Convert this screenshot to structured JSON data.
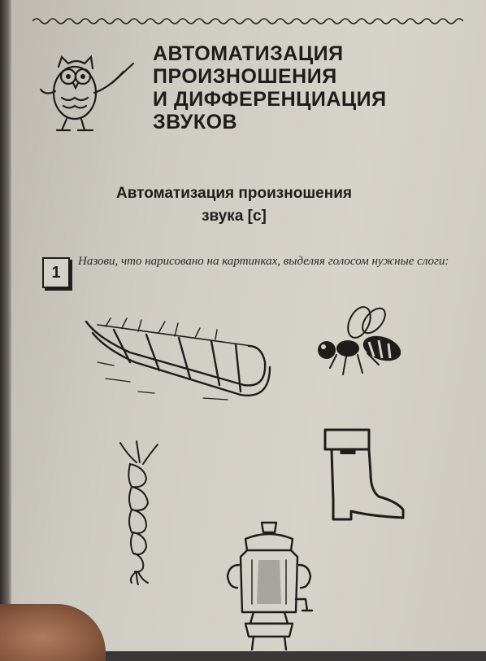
{
  "header": {
    "title_lines": [
      "АВТОМАТИЗАЦИЯ",
      "ПРОИЗНОШЕНИЯ",
      "И ДИФФЕРЕНЦИАЦИЯ",
      "ЗВУКОВ"
    ]
  },
  "section": {
    "subtitle_lines": [
      "Автоматизация произношения",
      "звука [с]"
    ]
  },
  "exercise": {
    "number": "1",
    "instruction": "Назови, что нарисовано на картинках, выделяя голосом нужные слоги:"
  },
  "pictures": [
    {
      "icon": "sled-icon"
    },
    {
      "icon": "wasp-icon"
    },
    {
      "icon": "braid-icon"
    },
    {
      "icon": "boot-icon"
    },
    {
      "icon": "samovar-icon"
    }
  ],
  "colors": {
    "ink": "#1e1d1c",
    "paper": "#d6d3ca"
  }
}
